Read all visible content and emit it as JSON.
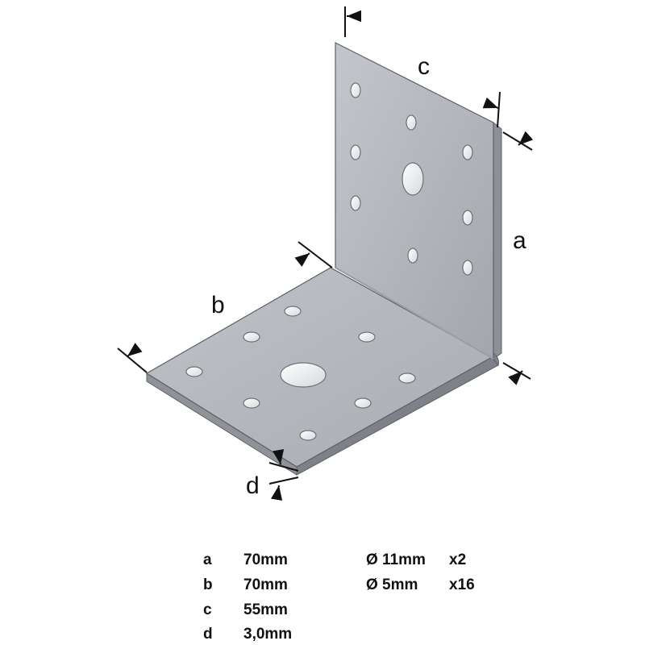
{
  "diagram": {
    "labels": {
      "a": "a",
      "b": "b",
      "c": "c",
      "d": "d"
    }
  },
  "specs": {
    "dimensions": [
      {
        "key": "a",
        "value": "70mm"
      },
      {
        "key": "b",
        "value": "70mm"
      },
      {
        "key": "c",
        "value": "55mm"
      },
      {
        "key": "d",
        "value": "3,0mm"
      }
    ],
    "holes": [
      {
        "diameter": "Ø 11mm",
        "count": "x2"
      },
      {
        "diameter": "Ø 5mm",
        "count": "x16"
      }
    ]
  },
  "colors": {
    "plate_face": "#aeb1b6",
    "plate_edge": "#8d9096",
    "plate_outline": "#5d6066",
    "hole_fill": "#ffffff",
    "text": "#111111"
  }
}
